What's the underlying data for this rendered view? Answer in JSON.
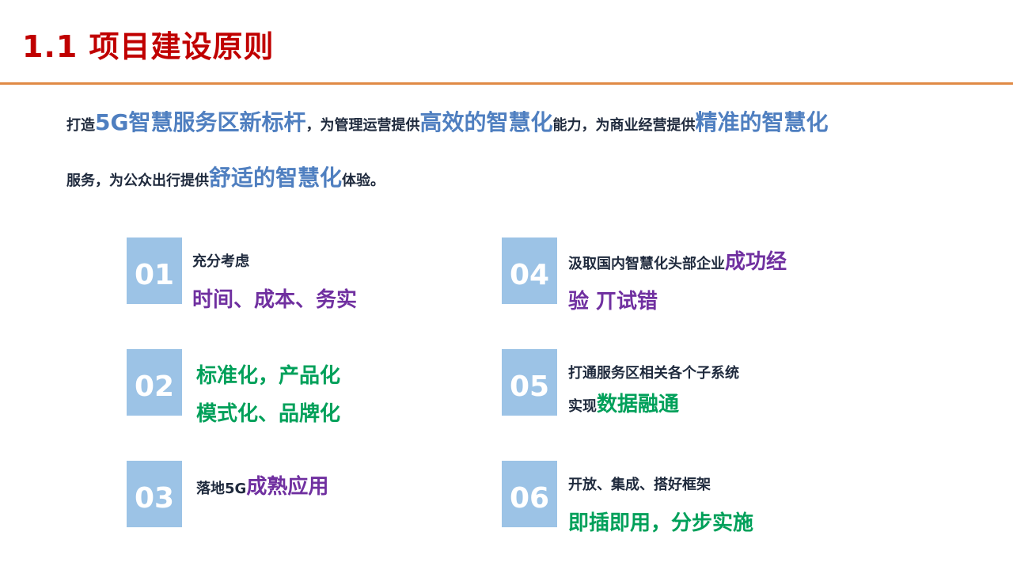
{
  "slide": {
    "title": "1.1 项目建设原则",
    "intro": {
      "p1_a": "打造",
      "p1_hl1": "5G智慧服务区新标杆",
      "p1_b": "，为管理运营提供",
      "p1_hl2": "高效的智慧化",
      "p1_c": "能力，为商业经营提供",
      "p1_hl3": "精准的智慧化",
      "p2_a": "服务，为公众出行提供",
      "p2_hl": "舒适的智慧化",
      "p2_b": "体验。"
    },
    "items": [
      {
        "num": "01",
        "line1": "充分考虑",
        "line2": "时间、成本、务实"
      },
      {
        "num": "02",
        "line1": "标准化，产品化",
        "line2": "模式化、品牌化"
      },
      {
        "num": "03",
        "line1_a": "落地5G",
        "line1_hl": "成熟应用"
      },
      {
        "num": "04",
        "line1_a": "汲取国内智慧化头部企业",
        "line1_hl": "成功经",
        "line2": "验 丌试错"
      },
      {
        "num": "05",
        "line1": "打通服务区相关各个子系统",
        "line2_a": "实现",
        "line2_hl": "数据融通"
      },
      {
        "num": "06",
        "line1": "开放、集成、搭好框架",
        "line2": "即插即用，分步实施"
      }
    ]
  },
  "colors": {
    "title": "#c00000",
    "rule": "#e08a45",
    "box": "#9cc3e6",
    "highlight_blue": "#4f7fc0",
    "purple": "#7030a0",
    "green": "#00a05a"
  }
}
